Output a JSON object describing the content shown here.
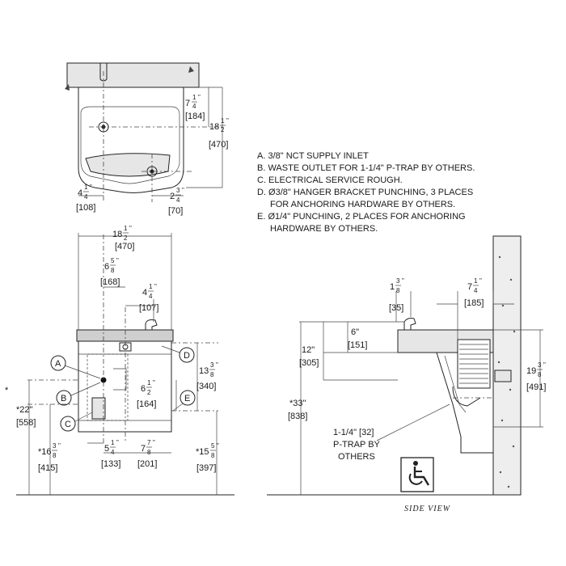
{
  "notes": [
    "A.  3/8\" NCT SUPPLY INLET",
    "B.  WASTE OUTLET FOR 1-1/4\" P-TRAP BY OTHERS.",
    "C.  ELECTRICAL SERVICE ROUGH.",
    "D.  Ø3/8\" HANGER BRACKET PUNCHING, 3 PLACES",
    "FOR ANCHORING HARDWARE BY OTHERS.",
    "E.  Ø1/4\" PUNCHING, 2 PLACES FOR ANCHORING",
    "HARDWARE BY OTHERS."
  ],
  "top_view": {
    "dim_top": {
      "whole": "7",
      "num": "1",
      "den": "4",
      "inch": "\"",
      "mm": "[184]"
    },
    "dim_depth": {
      "whole": "18",
      "num": "1",
      "den": "2",
      "inch": "\"",
      "mm": "[470]"
    },
    "dim_left": {
      "whole": "4",
      "num": "1",
      "den": "4",
      "inch": "\"",
      "mm": "[108]"
    },
    "dim_right": {
      "whole": "2",
      "num": "3",
      "den": "4",
      "inch": "\"",
      "mm": "[70]"
    }
  },
  "front_view": {
    "width": {
      "whole": "18",
      "num": "1",
      "den": "2",
      "inch": "\"",
      "mm": "[470]"
    },
    "d_658": {
      "whole": "6",
      "num": "5",
      "den": "8",
      "inch": "\"",
      "mm": "[168]"
    },
    "d_414": {
      "whole": "4",
      "num": "1",
      "den": "4",
      "inch": "\"",
      "mm": "[107]"
    },
    "d_1338": {
      "whole": "13",
      "num": "3",
      "den": "8",
      "inch": "\"",
      "mm": "[340]"
    },
    "d_612": {
      "whole": "6",
      "num": "1",
      "den": "2",
      "inch": "\"",
      "mm": "[164]"
    },
    "d_22": {
      "text": "*22\"",
      "mm": "[558]"
    },
    "d_1638": {
      "prefix": "*16",
      "num": "3",
      "den": "8",
      "inch": "\"",
      "mm": "[415]"
    },
    "d_514": {
      "whole": "5",
      "num": "1",
      "den": "4",
      "inch": "\"",
      "mm": "[133]"
    },
    "d_778": {
      "whole": "7",
      "num": "7",
      "den": "8",
      "inch": "\"",
      "mm": "[201]"
    },
    "d_1558": {
      "prefix": "*15",
      "num": "5",
      "den": "8",
      "inch": "\"",
      "mm": "[397]"
    },
    "star": "*",
    "callouts": [
      "A",
      "B",
      "C",
      "D",
      "E"
    ]
  },
  "side_view": {
    "d_138": {
      "whole": "1",
      "num": "3",
      "den": "8",
      "inch": "\"",
      "mm": "[35]"
    },
    "d_714": {
      "whole": "7",
      "num": "1",
      "den": "4",
      "inch": "\"",
      "mm": "[185]"
    },
    "d_6": {
      "text": "6\"",
      "mm": "[151]"
    },
    "d_12": {
      "text": "12\"",
      "mm": "[305]"
    },
    "d_1938": {
      "whole": "19",
      "num": "3",
      "den": "8",
      "inch": "\"",
      "mm": "[491]"
    },
    "d_33": {
      "text": "*33\"",
      "mm": "[838]"
    },
    "ptrap": [
      "1-1/4\" [32]",
      "P-TRAP BY",
      "OTHERS"
    ],
    "caption": "SIDE VIEW"
  },
  "icon": "wheelchair-accessibility-icon"
}
